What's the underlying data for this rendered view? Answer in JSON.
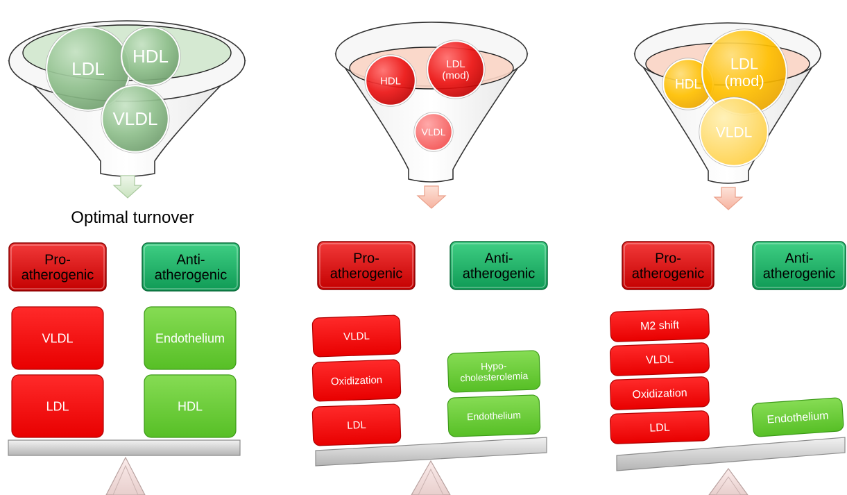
{
  "caption": "Optimal turnover",
  "colors": {
    "green_bubble": "#9cc79a",
    "green_bubble_edge": "#6e9e6d",
    "red_bubble": "#e60000",
    "yellow_bubble": "#ffc000",
    "pro_box": "#e01515",
    "anti_box": "#1fae66",
    "stack_red": "#ff0a0a",
    "stack_green": "#66cc33",
    "beam": "#cfcfcf"
  },
  "panels": [
    {
      "funnel_tint": "green",
      "bubbles": [
        {
          "label": "LDL"
        },
        {
          "label": "HDL"
        },
        {
          "label": "VLDL"
        }
      ],
      "pro_label": [
        "Pro-",
        "atherogenic"
      ],
      "anti_label": [
        "Anti-",
        "atherogenic"
      ],
      "pro_stack": [
        "VLDL",
        "LDL"
      ],
      "anti_stack": [
        "Endothelium",
        "HDL"
      ]
    },
    {
      "funnel_tint": "salmon",
      "bubbles": [
        {
          "label": "HDL"
        },
        {
          "label": "LDL\n(mod)"
        },
        {
          "label": "VLDL"
        }
      ],
      "pro_label": [
        "Pro-",
        "atherogenic"
      ],
      "anti_label": [
        "Anti-",
        "atherogenic"
      ],
      "pro_stack": [
        "VLDL",
        "Oxidization",
        "LDL"
      ],
      "anti_stack": [
        "Hypo-\ncholesterolemia",
        "Endothelium"
      ]
    },
    {
      "funnel_tint": "salmon",
      "bubbles": [
        {
          "label": "HDL"
        },
        {
          "label": "LDL\n(mod)"
        },
        {
          "label": "VLDL"
        }
      ],
      "pro_label": [
        "Pro-",
        "atherogenic"
      ],
      "anti_label": [
        "Anti-",
        "atherogenic"
      ],
      "pro_stack": [
        "M2 shift",
        "VLDL",
        "Oxidization",
        "LDL"
      ],
      "anti_stack": [
        "Endothelium"
      ]
    }
  ]
}
